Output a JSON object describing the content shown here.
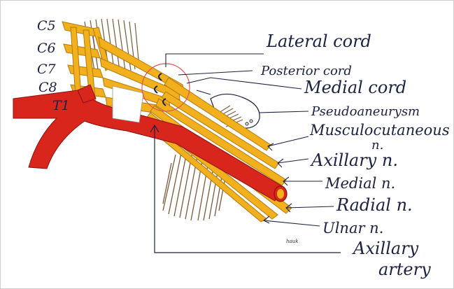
{
  "figure": {
    "roots": [
      "C5",
      "C6",
      "C7",
      "C8",
      "T1"
    ],
    "labels": {
      "lateral_cord": "Lateral cord",
      "posterior_cord": "Posterior cord",
      "medial_cord": "Medial cord",
      "pseudoaneurysm": "Pseudoaneurysm",
      "musculocutaneous_1": "Musculocutaneous",
      "musculocutaneous_2": "n.",
      "axillary_nerve": "Axillary n.",
      "median_nerve": "Medial n.",
      "radial_nerve": "Radial n.",
      "ulnar_nerve": "Ulnar n.",
      "axillary_artery_1": "Axillary",
      "axillary_artery_2": "artery",
      "signature": "hauk"
    },
    "colors": {
      "nerve": "#f2b01c",
      "nerve_outline": "#b07a10",
      "artery": "#d9261c",
      "muscle_hatch": "#7a5a3c",
      "ink": "#1c2140",
      "circle": "#e05555"
    }
  }
}
